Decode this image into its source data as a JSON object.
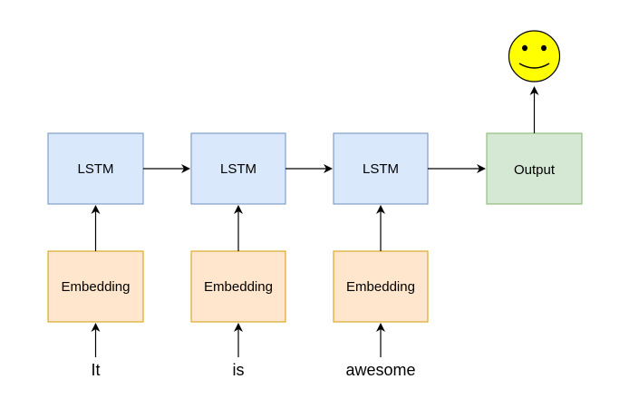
{
  "diagram": {
    "lstm_cells": [
      {
        "label": "LSTM"
      },
      {
        "label": "LSTM"
      },
      {
        "label": "LSTM"
      }
    ],
    "embeddings": [
      {
        "label": "Embedding"
      },
      {
        "label": "Embedding"
      },
      {
        "label": "Embedding"
      }
    ],
    "inputs": [
      "It",
      "is",
      "awesome"
    ],
    "output": {
      "label": "Output"
    },
    "result_icon": "smiley-face-icon",
    "colors": {
      "lstm_fill": "#dae8fc",
      "lstm_stroke": "#6c8ebf",
      "embedding_fill": "#ffe6cc",
      "embedding_stroke": "#d79b00",
      "output_fill": "#d5e8d4",
      "output_stroke": "#82b366",
      "smiley_fill": "#ffff00",
      "arrow": "#000000"
    }
  }
}
